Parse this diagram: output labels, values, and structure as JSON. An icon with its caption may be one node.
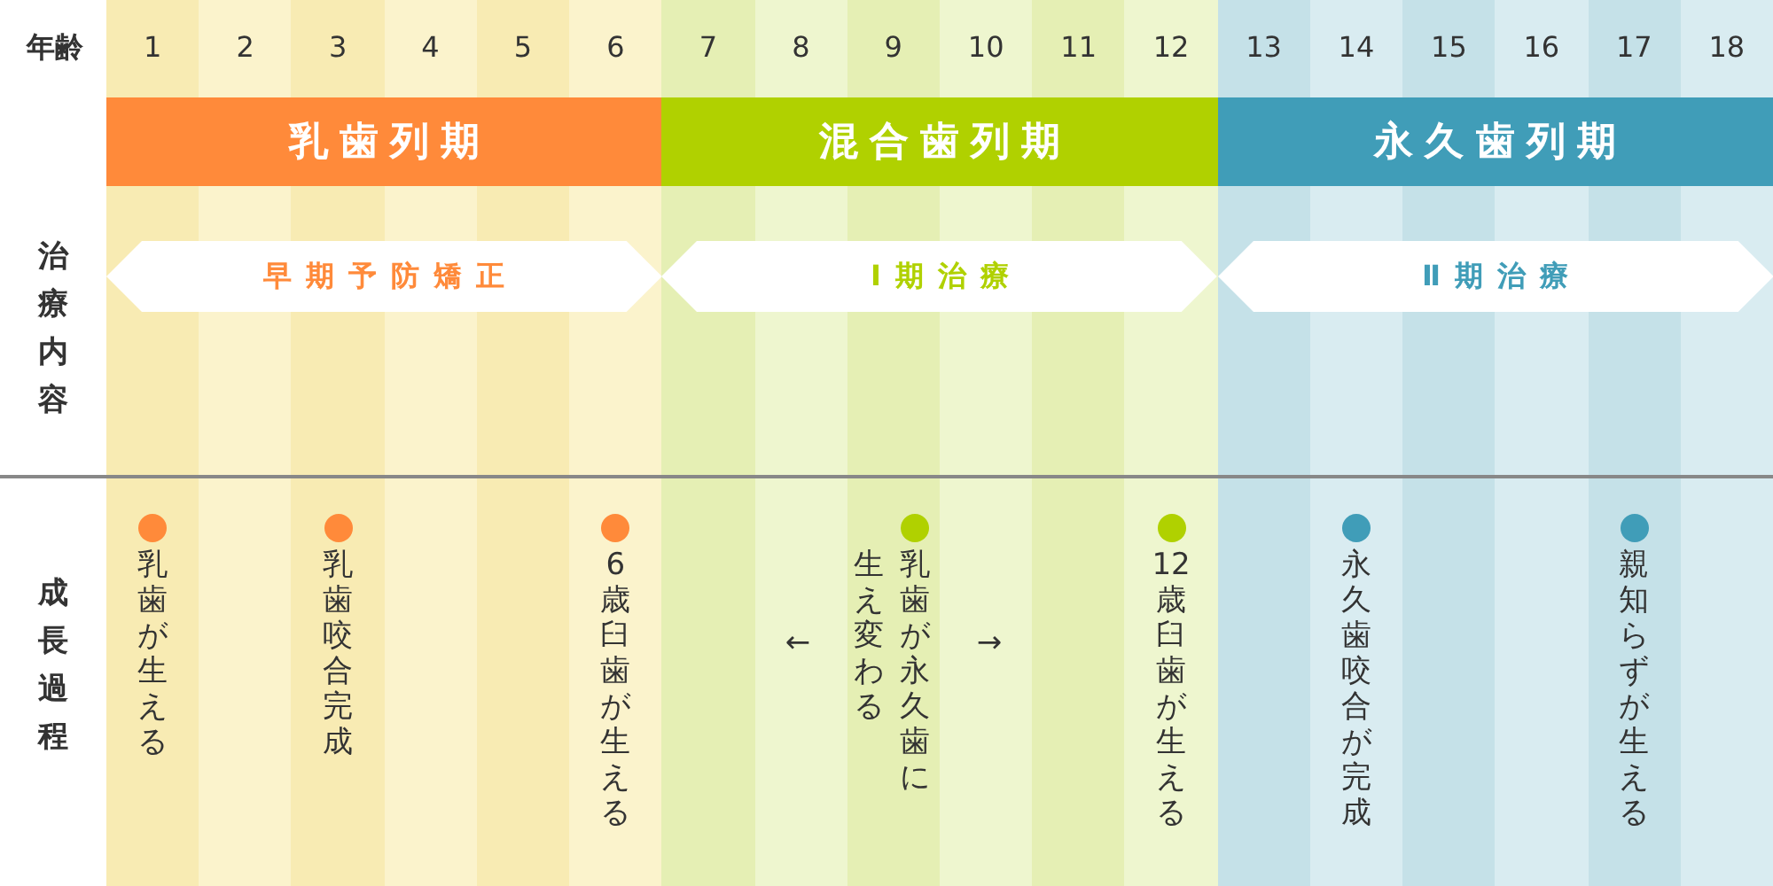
{
  "diagram": {
    "nodes": [
      {
        "text": [
          "乳歯列期"
        ]
      },
      {
        "text": [
          "混合歯列期"
        ]
      },
      {
        "text": [
          "永久歯列期"
        ]
      },
      {
        "text": [
          "早期予防矯正"
        ]
      },
      {
        "text": [
          "Ⅰ期治療"
        ]
      },
      {
        "text": [
          "Ⅱ期治療"
        ]
      }
    ],
    "labels": [
      "年齢",
      "1",
      "2",
      "3",
      "4",
      "5",
      "6",
      "7",
      "8",
      "9",
      "10",
      "11",
      "12",
      "13",
      "14",
      "15",
      "16",
      "17",
      "18",
      "治療内容",
      "成長過程",
      "乳歯が生える",
      "乳歯咬合完成",
      "6歳臼歯が生える",
      "←",
      "乳歯が永久歯に生え変わる",
      "→",
      "12歳臼歯が生える",
      "永久歯咬合が完成",
      "親知らずが生える"
    ]
  }
}
